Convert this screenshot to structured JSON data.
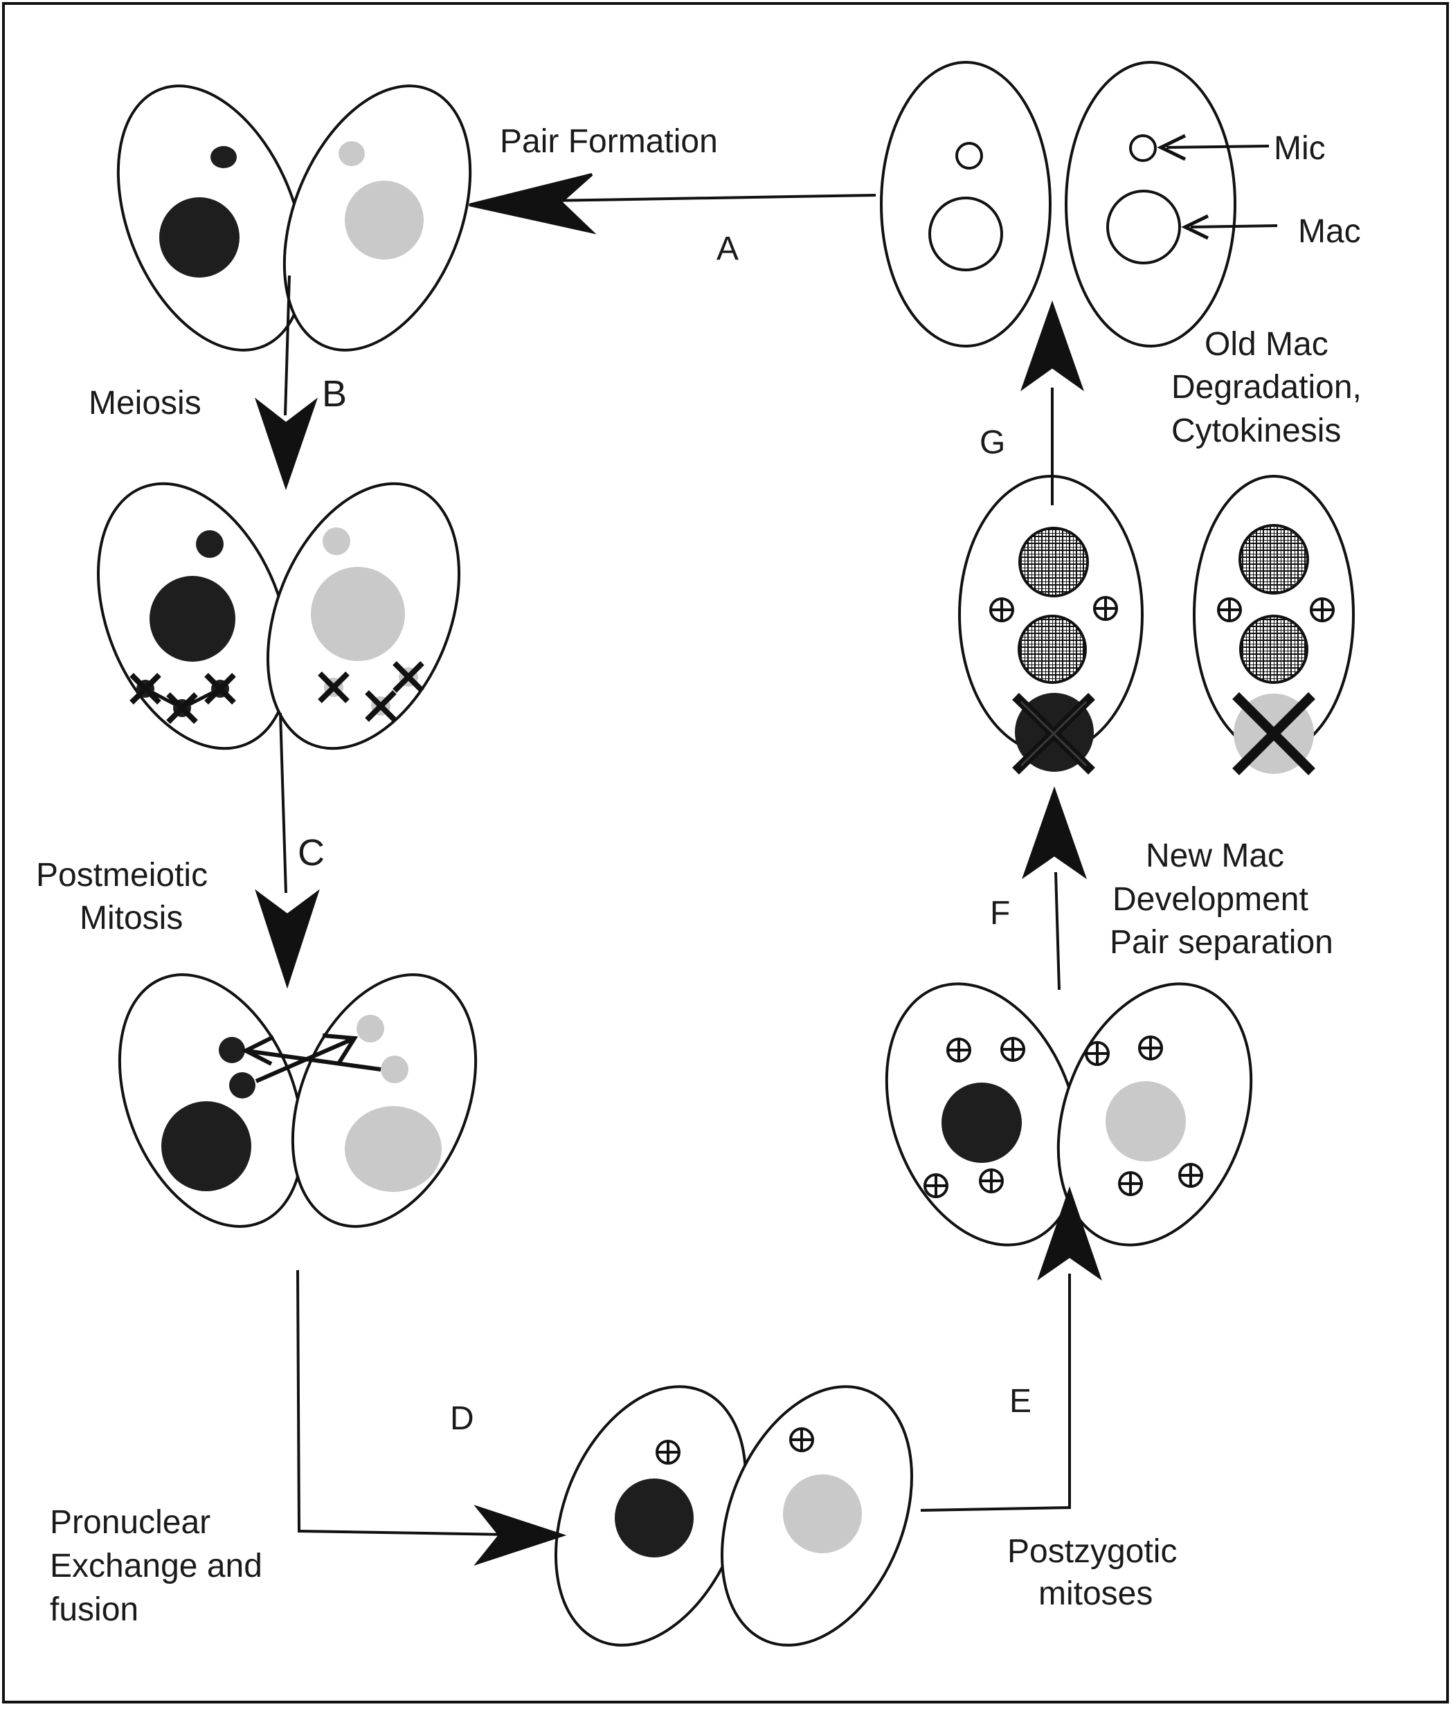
{
  "colors": {
    "ink": "#111111",
    "light": "#c9c9c9",
    "dark": "#1e1e1e",
    "background": "#ffffff"
  },
  "steps": {
    "a": {
      "letter": "A",
      "caption": [
        "Pair Formation"
      ]
    },
    "b": {
      "letter": "B",
      "caption": [
        "Meiosis"
      ]
    },
    "c": {
      "letter": "C",
      "caption": [
        "Postmeiotic",
        "Mitosis"
      ]
    },
    "d": {
      "letter": "D",
      "caption": [
        "Pronuclear",
        "Exchange and",
        "fusion"
      ]
    },
    "e": {
      "letter": "E",
      "caption": [
        "Postzygotic",
        "mitoses"
      ]
    },
    "f": {
      "letter": "F",
      "caption": [
        "New Mac",
        "Development",
        "Pair separation"
      ]
    },
    "g": {
      "letter": "G",
      "caption": [
        "Old Mac",
        "Degradation,",
        "Cytokinesis"
      ]
    }
  },
  "legend": {
    "mic": "Mic",
    "mac": "Mac"
  }
}
